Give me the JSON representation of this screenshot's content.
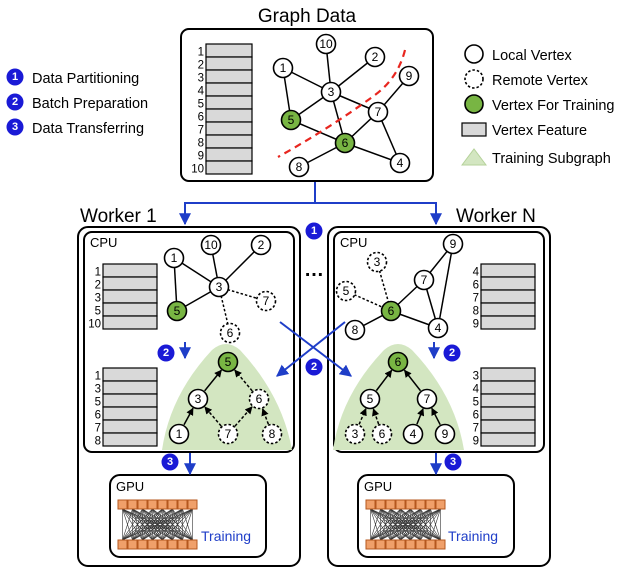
{
  "title": "Graph Data",
  "steps": [
    {
      "num": "1",
      "label": "Data Partitioning"
    },
    {
      "num": "2",
      "label": "Batch Preparation"
    },
    {
      "num": "3",
      "label": "Data Transferring"
    }
  ],
  "legend": {
    "local_vertex": "Local Vertex",
    "remote_vertex": "Remote Vertex",
    "training_vertex": "Vertex For Training",
    "vertex_feature": "Vertex Feature",
    "training_subgraph": "Training Subgraph"
  },
  "workers": [
    {
      "name": "Worker 1",
      "cpu": "CPU",
      "gpu": "GPU",
      "training": "Training"
    },
    {
      "name": "Worker N",
      "cpu": "CPU",
      "gpu": "GPU",
      "training": "Training"
    }
  ],
  "ellipsis": "…",
  "graph": {
    "feature_ids": [
      "1",
      "2",
      "3",
      "4",
      "5",
      "6",
      "7",
      "8",
      "9",
      "10"
    ],
    "vertices": [
      "10",
      "2",
      "1",
      "3",
      "9",
      "5",
      "7",
      "6",
      "4",
      "8"
    ]
  },
  "worker1": {
    "features_top": [
      "1",
      "2",
      "3",
      "5",
      "10"
    ],
    "features_bottom": [
      "1",
      "3",
      "5",
      "6",
      "7",
      "8"
    ],
    "graph_vertices": [
      "10",
      "2",
      "1",
      "3",
      "7",
      "5",
      "6"
    ],
    "subgraph_vertices": [
      "5",
      "3",
      "6",
      "1",
      "7",
      "8"
    ]
  },
  "workerN": {
    "features_top": [
      "4",
      "6",
      "7",
      "8",
      "9"
    ],
    "features_bottom": [
      "3",
      "4",
      "5",
      "6",
      "7",
      "9"
    ],
    "graph_vertices": [
      "9",
      "3",
      "7",
      "5",
      "6",
      "8",
      "4"
    ],
    "subgraph_vertices": [
      "6",
      "5",
      "7",
      "3",
      "6",
      "4",
      "9"
    ]
  },
  "colors": {
    "step_blue": "#1a1ad6",
    "arrow_blue": "#1f3ec8",
    "train_green": "#78b543",
    "subgraph_green": "#d3e6c1",
    "feature_gray": "#d9d9d9",
    "partition_red": "#e8261f",
    "nn_orange": "#f0a06a"
  }
}
